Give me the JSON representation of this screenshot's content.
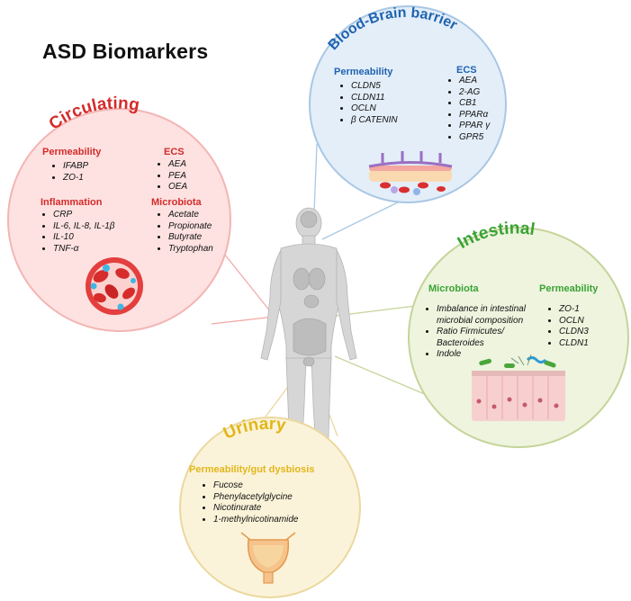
{
  "title": "ASD Biomarkers",
  "colors": {
    "circulating": "#d42b2b",
    "bbb": "#1f63b0",
    "intestinal": "#3aa335",
    "urinary": "#e2b61a"
  },
  "bbb": {
    "title": "Blood-Brain barrier",
    "permeability": {
      "heading": "Permeability",
      "items": [
        "CLDN5",
        "CLDN11",
        "OCLN",
        "β CATENIN"
      ]
    },
    "ecs": {
      "heading": "ECS",
      "items": [
        "AEA",
        "2-AG",
        "CB1",
        "PPARα",
        "PPAR γ",
        "GPR5"
      ]
    }
  },
  "circulating": {
    "title": "Circulating",
    "permeability": {
      "heading": "Permeability",
      "items": [
        "IFABP",
        "ZO-1"
      ]
    },
    "ecs": {
      "heading": "ECS",
      "items": [
        "AEA",
        "PEA",
        "OEA"
      ]
    },
    "inflammation": {
      "heading": "Inflammation",
      "items": [
        "CRP",
        "IL-6, IL-8, IL-1β",
        "IL-10",
        "TNF-α"
      ]
    },
    "microbiota": {
      "heading": "Microbiota",
      "items": [
        "Acetate",
        "Propionate",
        "Butyrate",
        "Tryptophan"
      ]
    }
  },
  "intestinal": {
    "title": "Intestinal",
    "microbiota": {
      "heading": "Microbiota",
      "items": [
        "Imbalance in intestinal microbial composition",
        "Ratio Firmicutes/ Bacteroides",
        "Indole"
      ]
    },
    "permeability": {
      "heading": "Permeability",
      "items": [
        "ZO-1",
        "OCLN",
        "CLDN3",
        "CLDN1"
      ]
    }
  },
  "urinary": {
    "title": "Urinary",
    "permeability": {
      "heading": "Permeability/gut dysbiosis",
      "items": [
        "Fucose",
        "Phenylacetylglycine",
        "Nicotinurate",
        "1-methylnicotinamide"
      ]
    }
  }
}
